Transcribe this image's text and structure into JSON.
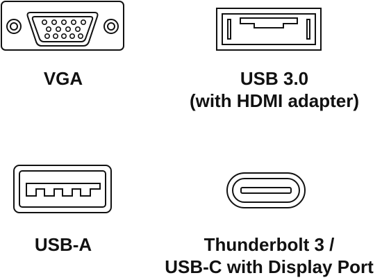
{
  "ports": [
    {
      "id": "vga",
      "icon": "vga-port-icon",
      "lines": [
        "VGA"
      ]
    },
    {
      "id": "usb3",
      "icon": "usb3-port-icon",
      "lines": [
        "USB 3.0",
        "(with HDMI adapter)"
      ]
    },
    {
      "id": "usba",
      "icon": "usb-a-port-icon",
      "lines": [
        "USB-A"
      ]
    },
    {
      "id": "usbc",
      "icon": "usb-c-port-icon",
      "lines": [
        "Thunderbolt 3 /",
        "USB-C with Display Port"
      ]
    }
  ],
  "colors": {
    "stroke": "#111111",
    "background": "#ffffff"
  }
}
